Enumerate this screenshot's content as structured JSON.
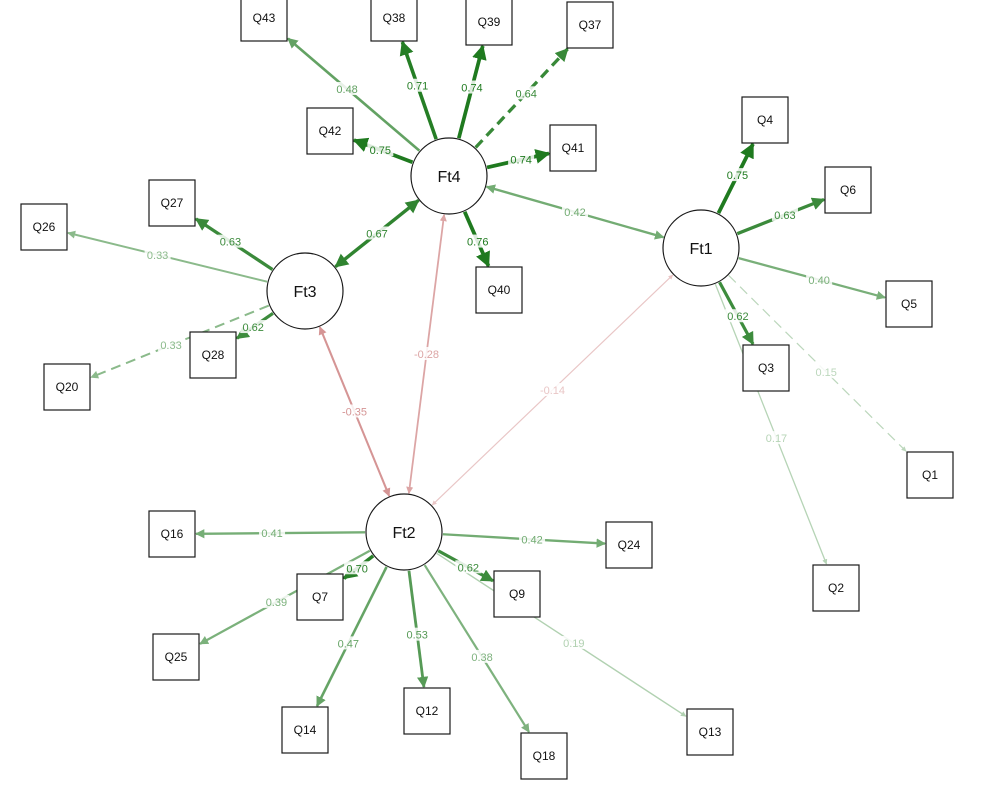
{
  "colors": {
    "positive": "#1f7a1f",
    "negative": "#b23a3a",
    "node_stroke": "#1a1a1a",
    "background": "#ffffff"
  },
  "factors": [
    {
      "id": "Ft1",
      "label": "Ft1"
    },
    {
      "id": "Ft2",
      "label": "Ft2"
    },
    {
      "id": "Ft3",
      "label": "Ft3"
    },
    {
      "id": "Ft4",
      "label": "Ft4"
    }
  ],
  "items": [
    {
      "id": "Q1",
      "label": "Q1"
    },
    {
      "id": "Q2",
      "label": "Q2"
    },
    {
      "id": "Q3",
      "label": "Q3"
    },
    {
      "id": "Q4",
      "label": "Q4"
    },
    {
      "id": "Q5",
      "label": "Q5"
    },
    {
      "id": "Q6",
      "label": "Q6"
    },
    {
      "id": "Q7",
      "label": "Q7"
    },
    {
      "id": "Q9",
      "label": "Q9"
    },
    {
      "id": "Q12",
      "label": "Q12"
    },
    {
      "id": "Q13",
      "label": "Q13"
    },
    {
      "id": "Q14",
      "label": "Q14"
    },
    {
      "id": "Q16",
      "label": "Q16"
    },
    {
      "id": "Q18",
      "label": "Q18"
    },
    {
      "id": "Q20",
      "label": "Q20"
    },
    {
      "id": "Q24",
      "label": "Q24"
    },
    {
      "id": "Q25",
      "label": "Q25"
    },
    {
      "id": "Q26",
      "label": "Q26"
    },
    {
      "id": "Q27",
      "label": "Q27"
    },
    {
      "id": "Q28",
      "label": "Q28"
    },
    {
      "id": "Q37",
      "label": "Q37"
    },
    {
      "id": "Q38",
      "label": "Q38"
    },
    {
      "id": "Q39",
      "label": "Q39"
    },
    {
      "id": "Q40",
      "label": "Q40"
    },
    {
      "id": "Q41",
      "label": "Q41"
    },
    {
      "id": "Q42",
      "label": "Q42"
    },
    {
      "id": "Q43",
      "label": "Q43"
    }
  ],
  "loadings": [
    {
      "from": "Ft4",
      "to": "Q43",
      "value": 0.48,
      "label": "0.48",
      "dashed": false
    },
    {
      "from": "Ft4",
      "to": "Q38",
      "value": 0.71,
      "label": "0.71",
      "dashed": false
    },
    {
      "from": "Ft4",
      "to": "Q39",
      "value": 0.74,
      "label": "0.74",
      "dashed": false
    },
    {
      "from": "Ft4",
      "to": "Q37",
      "value": 0.64,
      "label": "0.64",
      "dashed": true
    },
    {
      "from": "Ft4",
      "to": "Q42",
      "value": 0.75,
      "label": "0.75",
      "dashed": false
    },
    {
      "from": "Ft4",
      "to": "Q41",
      "value": 0.74,
      "label": "0.74",
      "dashed": false
    },
    {
      "from": "Ft4",
      "to": "Q40",
      "value": 0.76,
      "label": "0.76",
      "dashed": false
    },
    {
      "from": "Ft1",
      "to": "Q4",
      "value": 0.75,
      "label": "0.75",
      "dashed": false
    },
    {
      "from": "Ft1",
      "to": "Q6",
      "value": 0.63,
      "label": "0.63",
      "dashed": false
    },
    {
      "from": "Ft1",
      "to": "Q5",
      "value": 0.4,
      "label": "0.40",
      "dashed": false
    },
    {
      "from": "Ft1",
      "to": "Q3",
      "value": 0.62,
      "label": "0.62",
      "dashed": false
    },
    {
      "from": "Ft1",
      "to": "Q1",
      "value": 0.15,
      "label": "0.15",
      "dashed": true
    },
    {
      "from": "Ft1",
      "to": "Q2",
      "value": 0.17,
      "label": "0.17",
      "dashed": false
    },
    {
      "from": "Ft3",
      "to": "Q27",
      "value": 0.63,
      "label": "0.63",
      "dashed": false
    },
    {
      "from": "Ft3",
      "to": "Q26",
      "value": 0.33,
      "label": "0.33",
      "dashed": false
    },
    {
      "from": "Ft3",
      "to": "Q28",
      "value": 0.62,
      "label": "0.62",
      "dashed": false
    },
    {
      "from": "Ft3",
      "to": "Q20",
      "value": 0.33,
      "label": "0.33",
      "dashed": true
    },
    {
      "from": "Ft2",
      "to": "Q16",
      "value": 0.41,
      "label": "0.41",
      "dashed": false
    },
    {
      "from": "Ft2",
      "to": "Q24",
      "value": 0.42,
      "label": "0.42",
      "dashed": false
    },
    {
      "from": "Ft2",
      "to": "Q7",
      "value": 0.7,
      "label": "0.70",
      "dashed": false
    },
    {
      "from": "Ft2",
      "to": "Q9",
      "value": 0.62,
      "label": "0.62",
      "dashed": false
    },
    {
      "from": "Ft2",
      "to": "Q25",
      "value": 0.39,
      "label": "0.39",
      "dashed": false
    },
    {
      "from": "Ft2",
      "to": "Q14",
      "value": 0.47,
      "label": "0.47",
      "dashed": false
    },
    {
      "from": "Ft2",
      "to": "Q12",
      "value": 0.53,
      "label": "0.53",
      "dashed": false
    },
    {
      "from": "Ft2",
      "to": "Q18",
      "value": 0.38,
      "label": "0.38",
      "dashed": false
    },
    {
      "from": "Ft2",
      "to": "Q13",
      "value": 0.19,
      "label": "0.19",
      "dashed": false
    }
  ],
  "correlations": [
    {
      "a": "Ft4",
      "b": "Ft1",
      "value": 0.42,
      "label": "0.42"
    },
    {
      "a": "Ft4",
      "b": "Ft3",
      "value": 0.67,
      "label": "0.67"
    },
    {
      "a": "Ft4",
      "b": "Ft2",
      "value": -0.28,
      "label": "-0.28"
    },
    {
      "a": "Ft3",
      "b": "Ft2",
      "value": -0.35,
      "label": "-0.35"
    },
    {
      "a": "Ft1",
      "b": "Ft2",
      "value": -0.14,
      "label": "-0.14"
    }
  ]
}
